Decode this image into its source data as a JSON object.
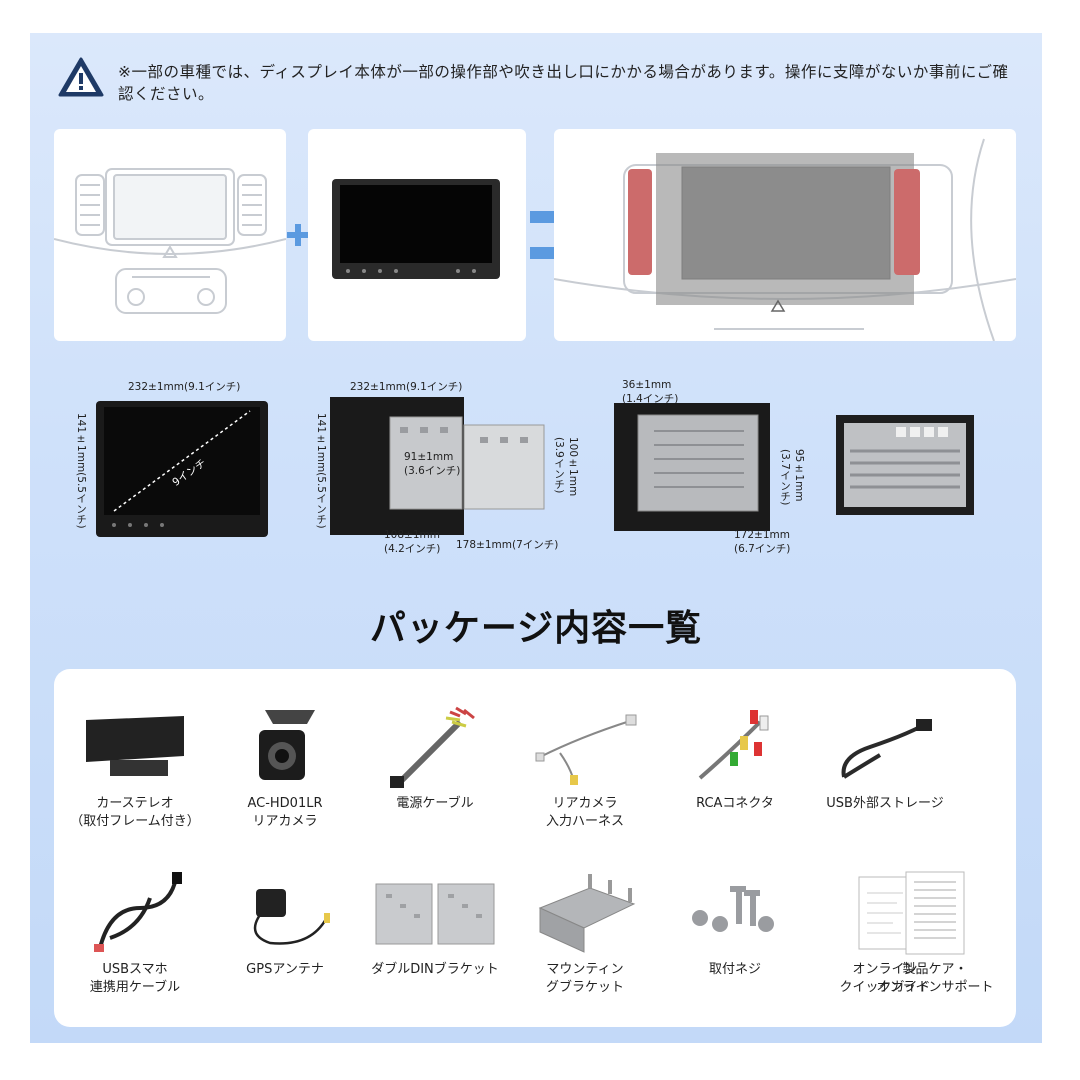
{
  "notice": {
    "icon": "warning-icon",
    "text": "※一部の車種では、ディスプレイ本体が一部の操作部や吹き出し口にかかる場合があります。操作に支障がないか事前にご確認ください。"
  },
  "dimensions": {
    "front": {
      "width": "232±1mm(9.1インチ)",
      "height": "141±1mm(5.5インチ)",
      "diagonal": "9インチ"
    },
    "side": {
      "width": "232±1mm(9.1インチ)",
      "height": "141±1mm(5.5インチ)",
      "inner": "91±1mm\n(3.6インチ)",
      "bracket_h": "100±1mm\n(3.9インチ)",
      "depth_a": "108±1mm\n(4.2インチ)",
      "depth_b": "178±1mm(7インチ)"
    },
    "rear": {
      "thickness": "36±1mm\n(1.4インチ)",
      "h": "95±1mm\n(3.7インチ)",
      "d": "172±1mm\n(6.7インチ)"
    }
  },
  "headline": "パッケージ内容一覧",
  "package_items": [
    {
      "label": "カーステレオ\n（取付フレーム付き）",
      "icon": "car-stereo-icon"
    },
    {
      "label": "AC-HD01LR\nリアカメラ",
      "icon": "rear-camera-icon"
    },
    {
      "label": "電源ケーブル",
      "icon": "power-cable-icon"
    },
    {
      "label": "リアカメラ\n入力ハーネス",
      "icon": "camera-harness-icon"
    },
    {
      "label": "RCAコネクタ",
      "icon": "rca-connector-icon"
    },
    {
      "label": "USB外部ストレージ",
      "icon": "usb-storage-cable-icon"
    },
    {
      "label": "USBスマホ\n連携用ケーブル",
      "icon": "usb-phone-cable-icon"
    },
    {
      "label": "GPSアンテナ",
      "icon": "gps-antenna-icon"
    },
    {
      "label": "ダブルDINブラケット",
      "icon": "din-bracket-icon"
    },
    {
      "label": "マウンティン\nグブラケット",
      "icon": "mounting-bracket-icon"
    },
    {
      "label": "取付ネジ",
      "icon": "screws-icon"
    },
    {
      "label": "オンライン\nクイックガイド",
      "icon": "quick-guide-icon"
    },
    {
      "label": "製品ケア・\nオンラインサポート",
      "icon": "support-doc-icon"
    }
  ]
}
